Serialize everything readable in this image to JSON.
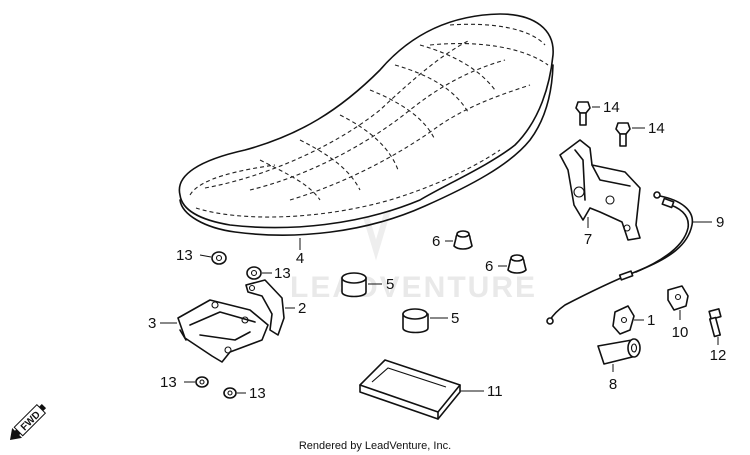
{
  "watermark": "LEADVENTURE",
  "footer": "Rendered by LeadVenture, Inc.",
  "fwd_label": "FWD",
  "callouts": [
    {
      "id": "seat",
      "label": "4"
    },
    {
      "id": "bracket-rear",
      "label": "7"
    },
    {
      "id": "bolt-14a",
      "label": "14"
    },
    {
      "id": "bolt-14b",
      "label": "14"
    },
    {
      "id": "cable",
      "label": "9"
    },
    {
      "id": "nut-13a",
      "label": "13"
    },
    {
      "id": "nut-13b",
      "label": "13"
    },
    {
      "id": "cushion-6a",
      "label": "6"
    },
    {
      "id": "cushion-6b",
      "label": "6"
    },
    {
      "id": "cushion-5a",
      "label": "5"
    },
    {
      "id": "cushion-5b",
      "label": "5"
    },
    {
      "id": "stay-2",
      "label": "2"
    },
    {
      "id": "hinge-3",
      "label": "3"
    },
    {
      "id": "clip-1",
      "label": "1"
    },
    {
      "id": "clip-10",
      "label": "10"
    },
    {
      "id": "screw-12",
      "label": "12"
    },
    {
      "id": "lock-8",
      "label": "8"
    },
    {
      "id": "nut-13c",
      "label": "13"
    },
    {
      "id": "nut-13d",
      "label": "13"
    },
    {
      "id": "manual-11",
      "label": "11"
    }
  ]
}
